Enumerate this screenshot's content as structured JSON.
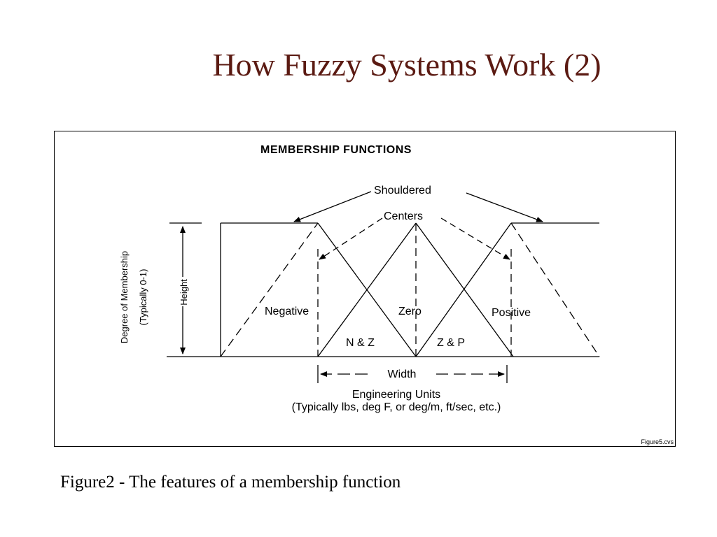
{
  "slide": {
    "title": "How Fuzzy Systems Work (2)",
    "caption": "Figure2 - The features of a membership function"
  },
  "diagram": {
    "heading": "MEMBERSHIP FUNCTIONS",
    "shouldered_label": "Shouldered",
    "centers_label": "Centers",
    "y_axis_label": "Degree of Membership",
    "y_axis_sublabel": "(Typically 0-1)",
    "height_label": "Height",
    "width_label": "Width",
    "x_axis_label": "Engineering Units",
    "x_axis_sublabel": "(Typically lbs, deg F, or deg/m, ft/sec, etc.)",
    "sets": {
      "negative": "Negative",
      "zero": "Zero",
      "positive": "Positive",
      "nz": "N & Z",
      "zp": "Z & P"
    },
    "file_label": "Figure5.cvs"
  }
}
